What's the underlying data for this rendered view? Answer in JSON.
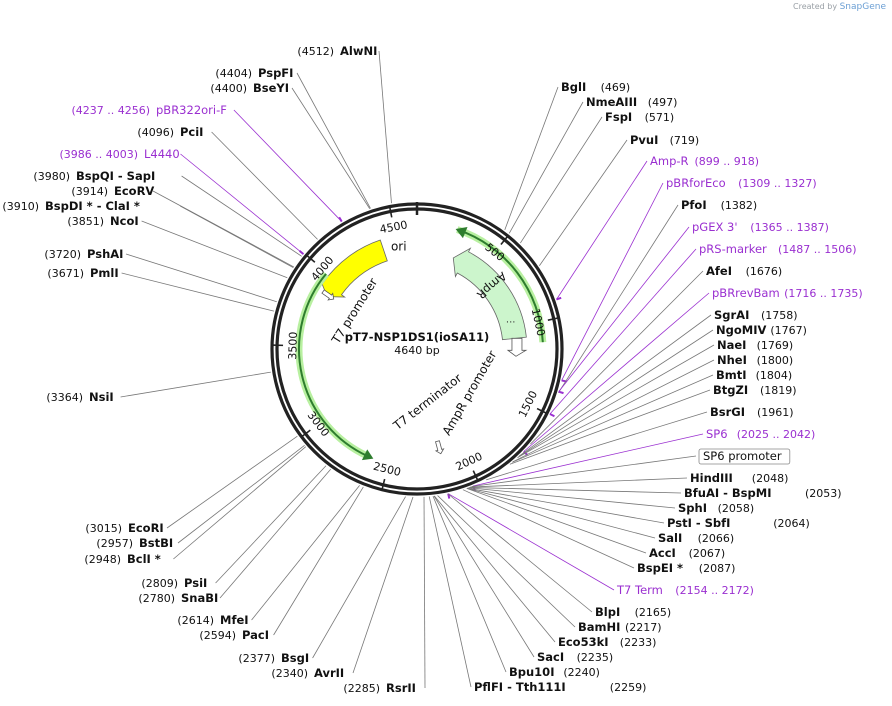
{
  "credit": {
    "prefix": "Created by",
    "brand": "SnapGene"
  },
  "plasmid": {
    "name": "pT7-NSP1DS1(ioSA11)",
    "length_label": "4640 bp",
    "length": 4640
  },
  "ticks": [
    "500",
    "1000",
    "1500",
    "2000",
    "2500",
    "3000",
    "3500",
    "4000",
    "4500"
  ],
  "features": [
    {
      "label": "ori"
    },
    {
      "label": "AmpR"
    },
    {
      "label": "AmpR promoter"
    },
    {
      "label": "T7 promoter"
    },
    {
      "label": "T7 terminator"
    }
  ],
  "site_labels": [
    {
      "name": "AlwNI",
      "pos": "(4512)"
    },
    {
      "name": "PspFI",
      "pos": "(4404)"
    },
    {
      "name": "BseYI",
      "pos": "(4400)"
    },
    {
      "name": "pBR322ori-F",
      "pos": "(4237 .. 4256)",
      "primer": true
    },
    {
      "name": "PciI",
      "pos": "(4096)"
    },
    {
      "name": "L4440",
      "pos": "(3986 .. 4003)",
      "primer": true
    },
    {
      "name": "BspQI  -  SapI",
      "pos": "(3980)"
    },
    {
      "name": "EcoRV",
      "pos": "(3914)"
    },
    {
      "name": "BspDI *  -  ClaI *",
      "pos": "(3910)"
    },
    {
      "name": "NcoI",
      "pos": "(3851)"
    },
    {
      "name": "PshAI",
      "pos": "(3720)"
    },
    {
      "name": "PmlI",
      "pos": "(3671)"
    },
    {
      "name": "NsiI",
      "pos": "(3364)"
    },
    {
      "name": "EcoRI",
      "pos": "(3015)"
    },
    {
      "name": "BstBI",
      "pos": "(2957)"
    },
    {
      "name": "BclI *",
      "pos": "(2948)"
    },
    {
      "name": "PsiI",
      "pos": "(2809)"
    },
    {
      "name": "SnaBI",
      "pos": "(2780)"
    },
    {
      "name": "MfeI",
      "pos": "(2614)"
    },
    {
      "name": "PacI",
      "pos": "(2594)"
    },
    {
      "name": "BsgI",
      "pos": "(2377)"
    },
    {
      "name": "AvrII",
      "pos": "(2340)"
    },
    {
      "name": "RsrII",
      "pos": "(2285)"
    },
    {
      "name": "BglI",
      "pos": "(469)"
    },
    {
      "name": "NmeAIII",
      "pos": "(497)"
    },
    {
      "name": "FspI",
      "pos": "(571)"
    },
    {
      "name": "PvuI",
      "pos": "(719)"
    },
    {
      "name": "Amp-R",
      "pos": "(899 .. 918)",
      "primer": true
    },
    {
      "name": "pBRforEco",
      "pos": "(1309 .. 1327)",
      "primer": true
    },
    {
      "name": "PfoI",
      "pos": "(1382)"
    },
    {
      "name": "pGEX 3'",
      "pos": "(1365 .. 1387)",
      "primer": true
    },
    {
      "name": "pRS-marker",
      "pos": "(1487 .. 1506)",
      "primer": true
    },
    {
      "name": "AfeI",
      "pos": "(1676)"
    },
    {
      "name": "pBRrevBam",
      "pos": "(1716 .. 1735)",
      "primer": true
    },
    {
      "name": "SgrAI",
      "pos": "(1758)"
    },
    {
      "name": "NgoMIV",
      "pos": "(1767)"
    },
    {
      "name": "NaeI",
      "pos": "(1769)"
    },
    {
      "name": "NheI",
      "pos": "(1800)"
    },
    {
      "name": "BmtI",
      "pos": "(1804)"
    },
    {
      "name": "BtgZI",
      "pos": "(1819)"
    },
    {
      "name": "BsrGI",
      "pos": "(1961)"
    },
    {
      "name": "SP6",
      "pos": "(2025 .. 2042)",
      "primer": true
    },
    {
      "name": "SP6 promoter",
      "pos": "",
      "boxed": true
    },
    {
      "name": "HindIII",
      "pos": "(2048)"
    },
    {
      "name": "BfuAI  -  BspMI",
      "pos": "(2053)"
    },
    {
      "name": "SphI",
      "pos": "(2058)"
    },
    {
      "name": "PstI  -  SbfI",
      "pos": "(2064)"
    },
    {
      "name": "SalI",
      "pos": "(2066)"
    },
    {
      "name": "AccI",
      "pos": "(2067)"
    },
    {
      "name": "BspEI *",
      "pos": "(2087)"
    },
    {
      "name": "T7 Term",
      "pos": "(2154 .. 2172)",
      "primer": true
    },
    {
      "name": "BlpI",
      "pos": "(2165)"
    },
    {
      "name": "BamHI",
      "pos": "(2217)"
    },
    {
      "name": "Eco53kI",
      "pos": "(2233)"
    },
    {
      "name": "SacI",
      "pos": "(2235)"
    },
    {
      "name": "Bpu10I",
      "pos": "(2240)"
    },
    {
      "name": "PflFI  -  Tth111I",
      "pos": "(2259)"
    }
  ],
  "colors": {
    "backbone": "#222222",
    "primer": "#9a2fd0",
    "ori": "#ffff00",
    "ampr": "#ccf5cc",
    "t7_promoter_glow": "#b8f0a0",
    "t7_promoter_line": "#2e7d2e",
    "leader": "#777777"
  }
}
